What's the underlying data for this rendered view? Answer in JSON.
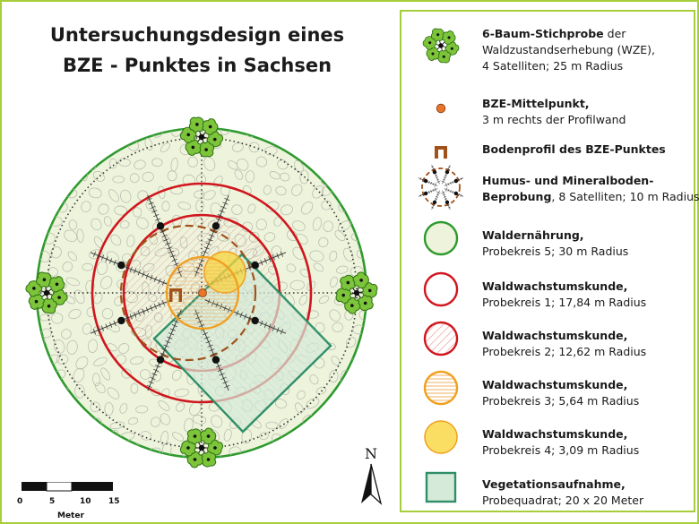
{
  "title": {
    "line1": "Untersuchungsdesign eines",
    "line2": "BZE - Punktes in Sachsen"
  },
  "legend": [
    {
      "symbol": "tree-cluster-icon",
      "bold": "6-Baum-Stichprobe",
      "rest": " der",
      "line2": "Waldzustandserhebung (WZE),",
      "line3": "4 Satelliten; 25 m Radius"
    },
    {
      "symbol": "center-dot-icon",
      "bold": "BZE-Mittelpunkt,",
      "rest": "",
      "line2": "3 m rechts der Profilwand",
      "line3": ""
    },
    {
      "symbol": "soil-profile-icon",
      "bold": "Bodenprofil des BZE-Punktes",
      "rest": "",
      "line2": "",
      "line3": ""
    },
    {
      "symbol": "soil-sampling-icon",
      "bold": "Humus- und Mineralboden-",
      "rest": "",
      "line2bold": "Beprobung",
      "line2": ", 8 Satelliten; 10 m Radius",
      "line3": ""
    },
    {
      "symbol": "circle-green-icon",
      "bold": "Waldernährung,",
      "rest": "",
      "line2": "Probekreis 5; 30 m Radius",
      "line3": ""
    },
    {
      "symbol": "circle-red-icon",
      "bold": "Waldwachstumskunde,",
      "rest": "",
      "line2": "Probekreis 1; 17,84 m Radius",
      "line3": ""
    },
    {
      "symbol": "circle-red-hatched-icon",
      "bold": "Waldwachstumskunde,",
      "rest": "",
      "line2": "Probekreis 2; 12,62 m Radius",
      "line3": ""
    },
    {
      "symbol": "circle-orange-hatched-icon",
      "bold": "Waldwachstumskunde,",
      "rest": "",
      "line2": "Probekreis 3; 5,64 m Radius",
      "line3": ""
    },
    {
      "symbol": "circle-yellow-filled-icon",
      "bold": "Waldwachstumskunde,",
      "rest": "",
      "line2": "Probekreis 4; 3,09 m Radius",
      "line3": ""
    },
    {
      "symbol": "square-green-icon",
      "bold": "Vegetationsaufnahme,",
      "rest": "",
      "line2": "Probequadrat; 20 x 20 Meter",
      "line3": ""
    }
  ],
  "scale_bar": {
    "labels": [
      "0",
      "5",
      "10",
      "15"
    ],
    "unit": "Meter"
  },
  "north_label": "N",
  "colors": {
    "accent_green": "#a6ce39",
    "circle_green": "#2e9a2e",
    "circle_red": "#d0161e",
    "circle_orange": "#f0a020",
    "circle_yellow": "#f7d63c",
    "square_green": "#2f8f68",
    "profile_brown": "#a0521a",
    "center_orange": "#e9752a",
    "tree_green": "#7cc43a"
  }
}
